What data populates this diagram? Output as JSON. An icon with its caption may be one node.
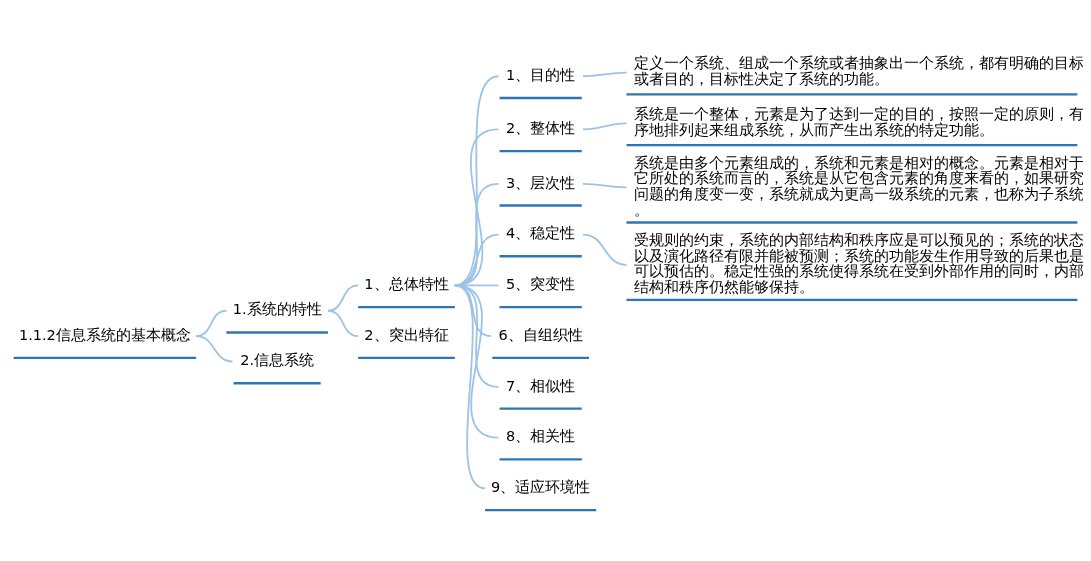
{
  "diagram": {
    "nodes": [
      {
        "text": [
          "1.1.2信息系统的基本概念"
        ]
      },
      {
        "text": [
          "1.系统的特性"
        ]
      },
      {
        "text": [
          "1、总体特性"
        ]
      },
      {
        "text": [
          "1、目的性"
        ]
      },
      {
        "text": [
          "定义一个系统、组成一个系统或者抽象出一个系统，都有明确的目标或者目的，目标性决定了系统的功能。"
        ]
      },
      {
        "text": [
          "2、整体性"
        ]
      },
      {
        "text": [
          "系统是一个整体，元素是为了达到一定的目的，按照一定的原则，有序地排列起来组成系统，从而产生出系统的特定功能。"
        ]
      },
      {
        "text": [
          "3、层次性"
        ]
      },
      {
        "text": [
          "系统是由多个元素组成的，系统和元素是相对的概念。元素是相对于它所处的系统而言的，系统是从它包含元素的角度来看的，如果研究问题的角度变一变，系统就成为更高一级系统的元素，也称为子系统。"
        ]
      },
      {
        "text": [
          "4、稳定性"
        ]
      },
      {
        "text": [
          "受规则的约束，系统的内部结构和秩序应是可以预见的；系统的状态以及演化路径有限并能被预测；系统的功能发生作用导致的后果也是可以预估的。稳定性强的系统使得系统在受到外部作用的同时，内部结构和秩序仍然能够保持。"
        ]
      },
      {
        "text": [
          "5、突变性"
        ]
      },
      {
        "text": [
          "6、自组织性"
        ]
      },
      {
        "text": [
          "7、相似性"
        ]
      },
      {
        "text": [
          "8、相关性"
        ]
      },
      {
        "text": [
          "9、适应环境性"
        ]
      },
      {
        "text": [
          "2、突出特征"
        ]
      },
      {
        "text": [
          "2.信息系统"
        ]
      }
    ],
    "edges": [
      {
        "from": 0,
        "to": 1,
        "arrow": "none"
      },
      {
        "from": 0,
        "to": 17,
        "arrow": "none"
      },
      {
        "from": 1,
        "to": 2,
        "arrow": "none"
      },
      {
        "from": 1,
        "to": 16,
        "arrow": "none"
      },
      {
        "from": 2,
        "to": 3,
        "arrow": "none"
      },
      {
        "from": 2,
        "to": 5,
        "arrow": "none"
      },
      {
        "from": 2,
        "to": 7,
        "arrow": "none"
      },
      {
        "from": 2,
        "to": 9,
        "arrow": "none"
      },
      {
        "from": 2,
        "to": 11,
        "arrow": "none"
      },
      {
        "from": 2,
        "to": 12,
        "arrow": "none"
      },
      {
        "from": 2,
        "to": 13,
        "arrow": "none"
      },
      {
        "from": 2,
        "to": 14,
        "arrow": "none"
      },
      {
        "from": 2,
        "to": 15,
        "arrow": "none"
      },
      {
        "from": 3,
        "to": 4,
        "arrow": "none"
      },
      {
        "from": 5,
        "to": 6,
        "arrow": "none"
      },
      {
        "from": 7,
        "to": 8,
        "arrow": "none"
      },
      {
        "from": 9,
        "to": 10,
        "arrow": "none"
      }
    ]
  }
}
